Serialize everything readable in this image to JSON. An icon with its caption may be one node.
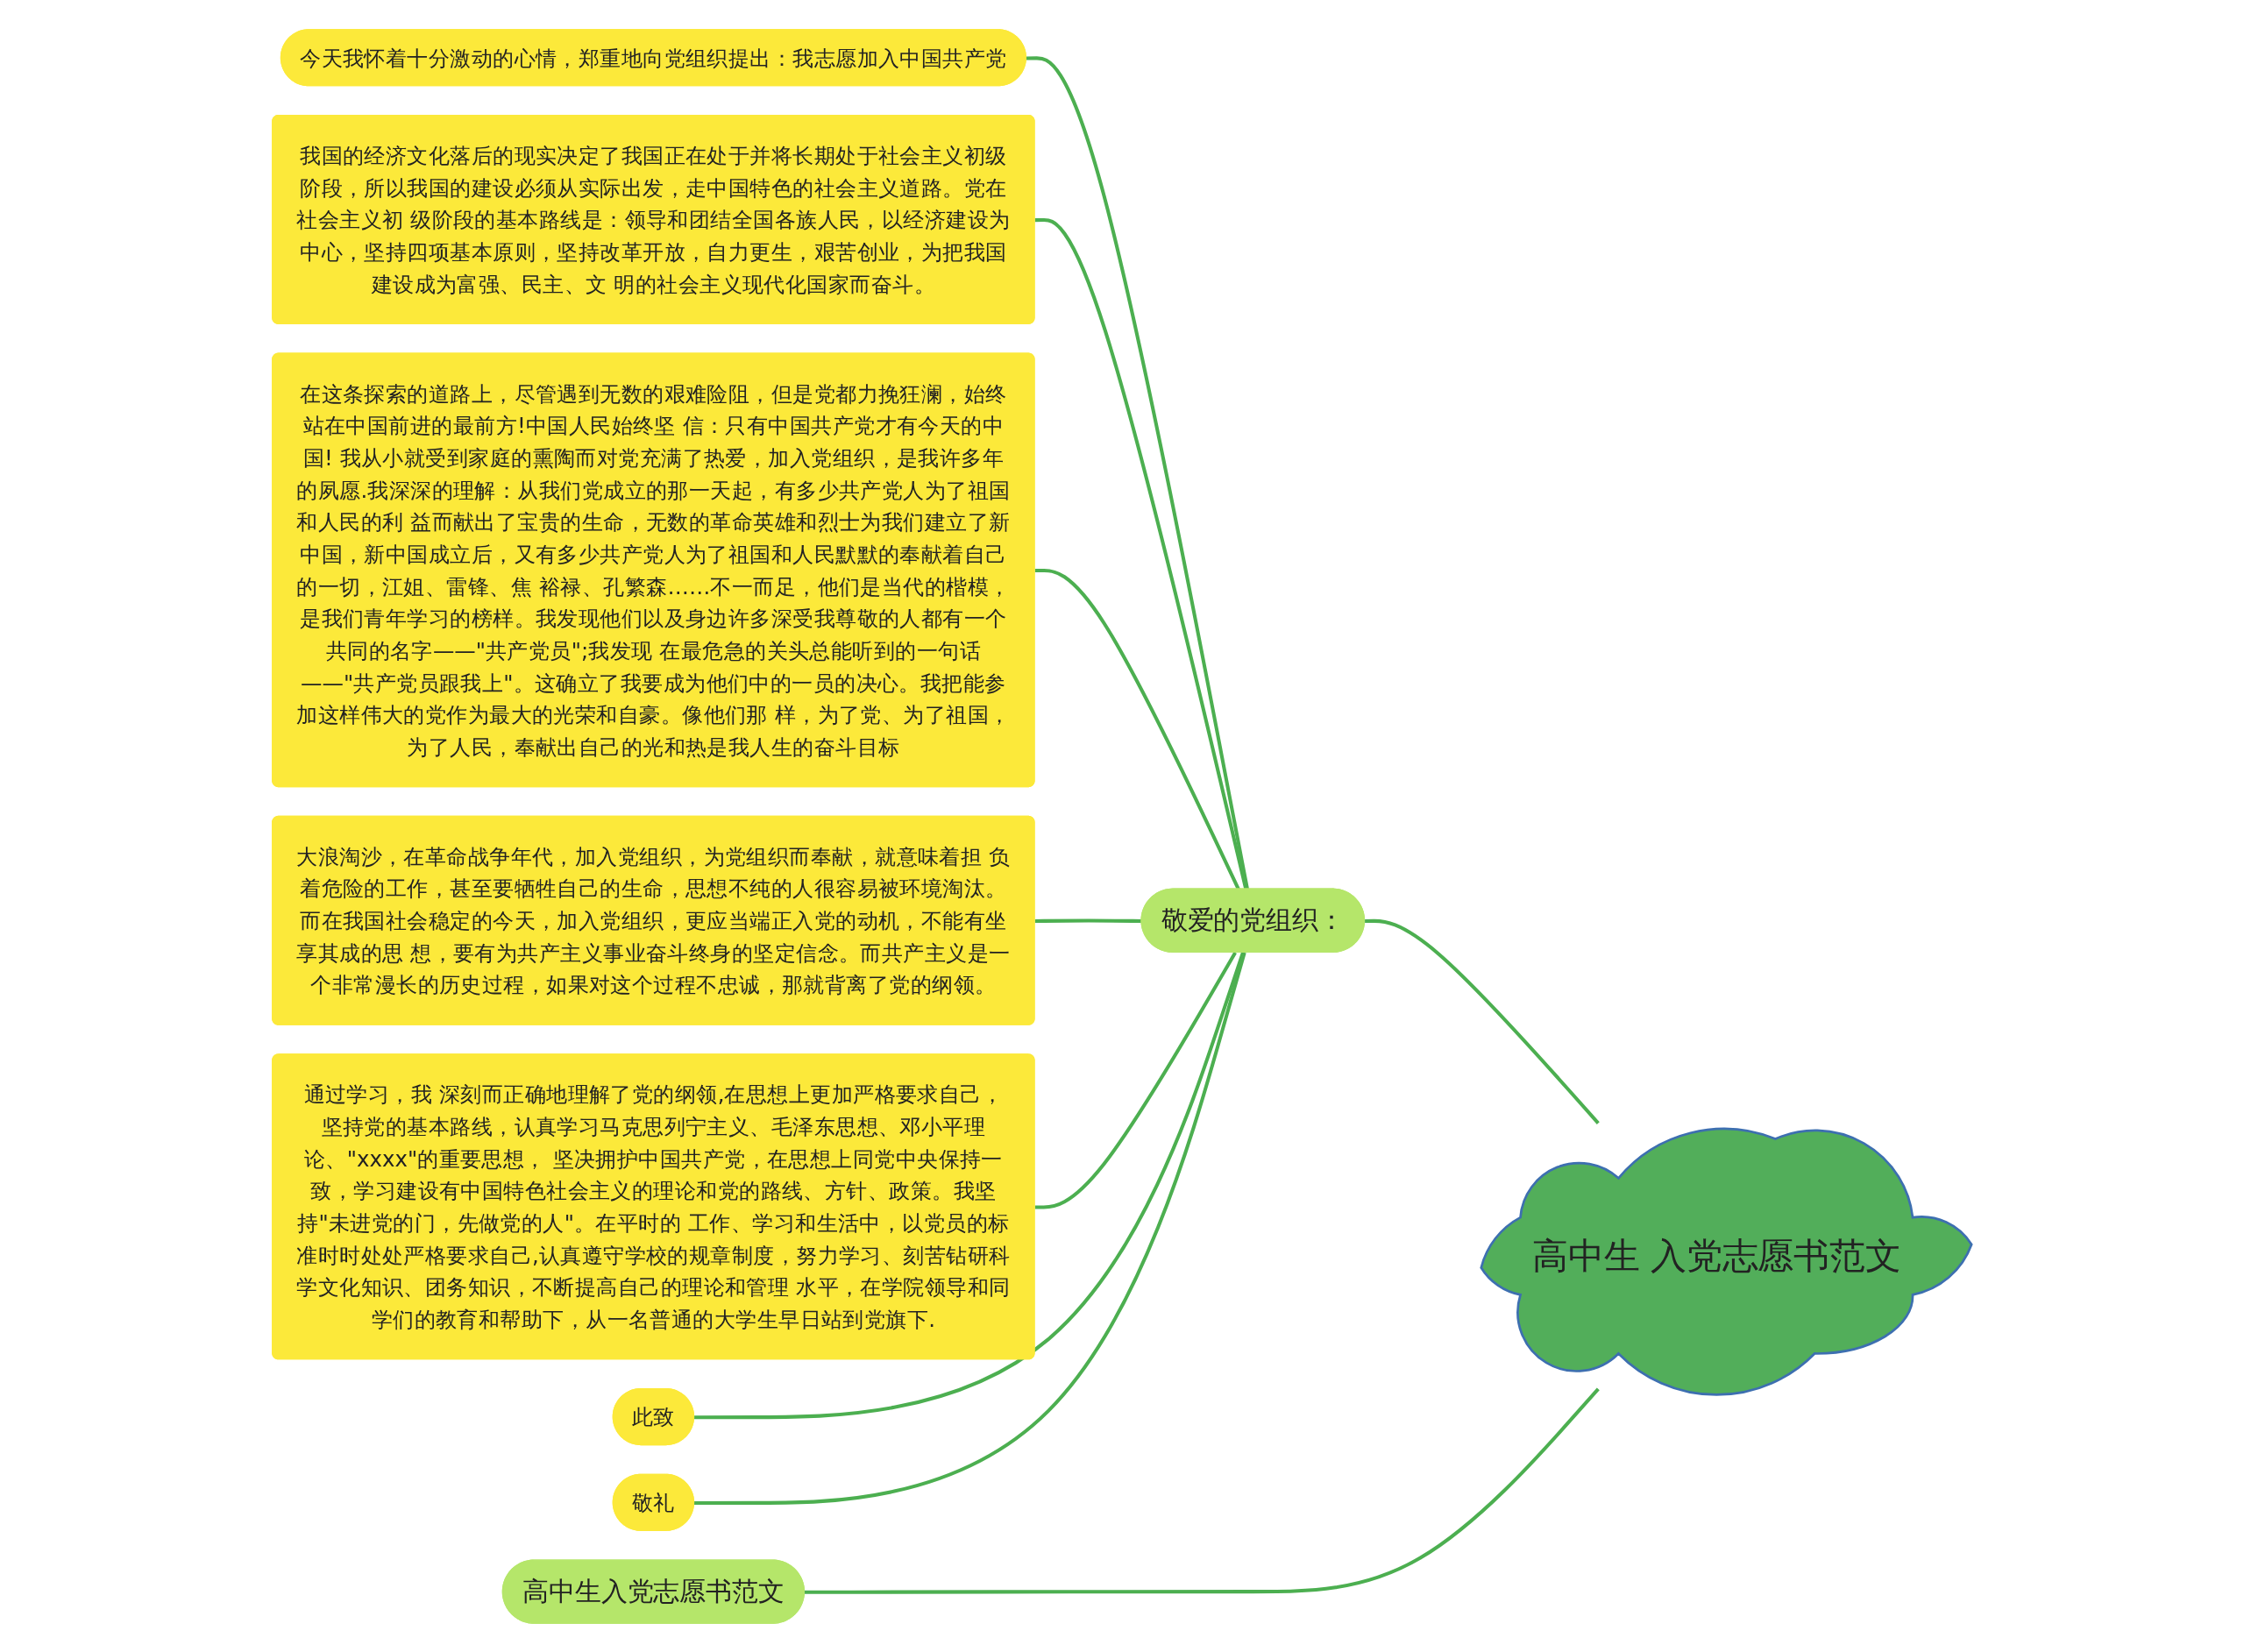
{
  "diagram": {
    "nodes": [
      {
        "text": [
          "高中生 入党志愿书范文"
        ]
      },
      {
        "text": [
          "敬爱的党组织："
        ]
      },
      {
        "text": [
          "高中生入党志愿书范文"
        ]
      },
      {
        "text": [
          "今天我怀着十分激动的心情，郑重地向党组织提出：我志愿加入中国共产党"
        ]
      },
      {
        "text": [
          "我国的经济文化落后的现实决定了我国正在处于并将长期处于社会主义初级阶段，所以我国的建设必须从实际出发，走中国特色的社会主义道路。党在社会主义初 级阶段的基本路线是：领导和团结全国各族人民，以经济建设为中心，坚持四项基本原则，坚持改革开放，自力更生，艰苦创业，为把我国建设成为富强、民主、文 明的社会主义现代化国家而奋斗。"
        ]
      },
      {
        "text": [
          "在这条探索的道路上，尽管遇到无数的艰难险阻，但是党都力挽狂澜，始终站在中国前进的最前方!中国人民始终坚 信：只有中国共产党才有今天的中国! 我从小就受到家庭的熏陶而对党充满了热爱，加入党组织，是我许多年的夙愿.我深深的理解：从我们党成立的那一天起，有多少共产党人为了祖国和人民的利 益而献出了宝贵的生命，无数的革命英雄和烈士为我们建立了新中国，新中国成立后，又有多少共产党人为了祖国和人民默默的奉献着自己的一切，江姐、雷锋、焦 裕禄、孔繁森……不一而足，他们是当代的楷模，是我们青年学习的榜样。我发现他们以及身边许多深受我尊敬的人都有一个共同的名字——\"共产党员\";我发现 在最危急的关头总能听到的一句话——\"共产党员跟我上\"。这确立了我要成为他们中的一员的决心。我把能参加这样伟大的党作为最大的光荣和自豪。像他们那 样，为了党、为了祖国，为了人民，奉献出自己的光和热是我人生的奋斗目标"
        ]
      },
      {
        "text": [
          "大浪淘沙，在革命战争年代，加入党组织，为党组织而奉献，就意味着担 负着危险的工作，甚至要牺牲自己的生命，思想不纯的人很容易被环境淘汰。而在我国社会稳定的今天，加入党组织，更应当端正入党的动机，不能有坐享其成的思 想，要有为共产主义事业奋斗终身的坚定信念。而共产主义是一个非常漫长的历史过程，如果对这个过程不忠诚，那就背离了党的纲领。"
        ]
      },
      {
        "text": [
          "通过学习，我 深刻而正确地理解了党的纲领,在思想上更加严格要求自己，坚持党的基本路线，认真学习马克思列宁主义、毛泽东思想、邓小平理论、\"xxxx\"的重要思想， 坚决拥护中国共产党，在思想上同党中央保持一致，学习建设有中国特色社会主义的理论和党的路线、方针、政策。我坚持\"未进党的门，先做党的人\"。在平时的 工作、学习和生活中，以党员的标准时时处处严格要求自己,认真遵守学校的规章制度，努力学习、刻苦钻研科学文化知识、团务知识，不断提高自己的理论和管理 水平，在学院领导和同学们的教育和帮助下，从一名普通的大学生早日站到党旗下."
        ]
      },
      {
        "text": [
          "此致"
        ]
      },
      {
        "text": [
          "敬礼"
        ]
      }
    ],
    "edges": [
      {
        "from": 0,
        "to": 1,
        "arrow": "none"
      },
      {
        "from": 0,
        "to": 2,
        "arrow": "none"
      },
      {
        "from": 1,
        "to": 3,
        "arrow": "none"
      },
      {
        "from": 1,
        "to": 4,
        "arrow": "none"
      },
      {
        "from": 1,
        "to": 5,
        "arrow": "none"
      },
      {
        "from": 1,
        "to": 6,
        "arrow": "none"
      },
      {
        "from": 1,
        "to": 7,
        "arrow": "none"
      },
      {
        "from": 1,
        "to": 8,
        "arrow": "none"
      },
      {
        "from": 1,
        "to": 9,
        "arrow": "none"
      }
    ]
  }
}
